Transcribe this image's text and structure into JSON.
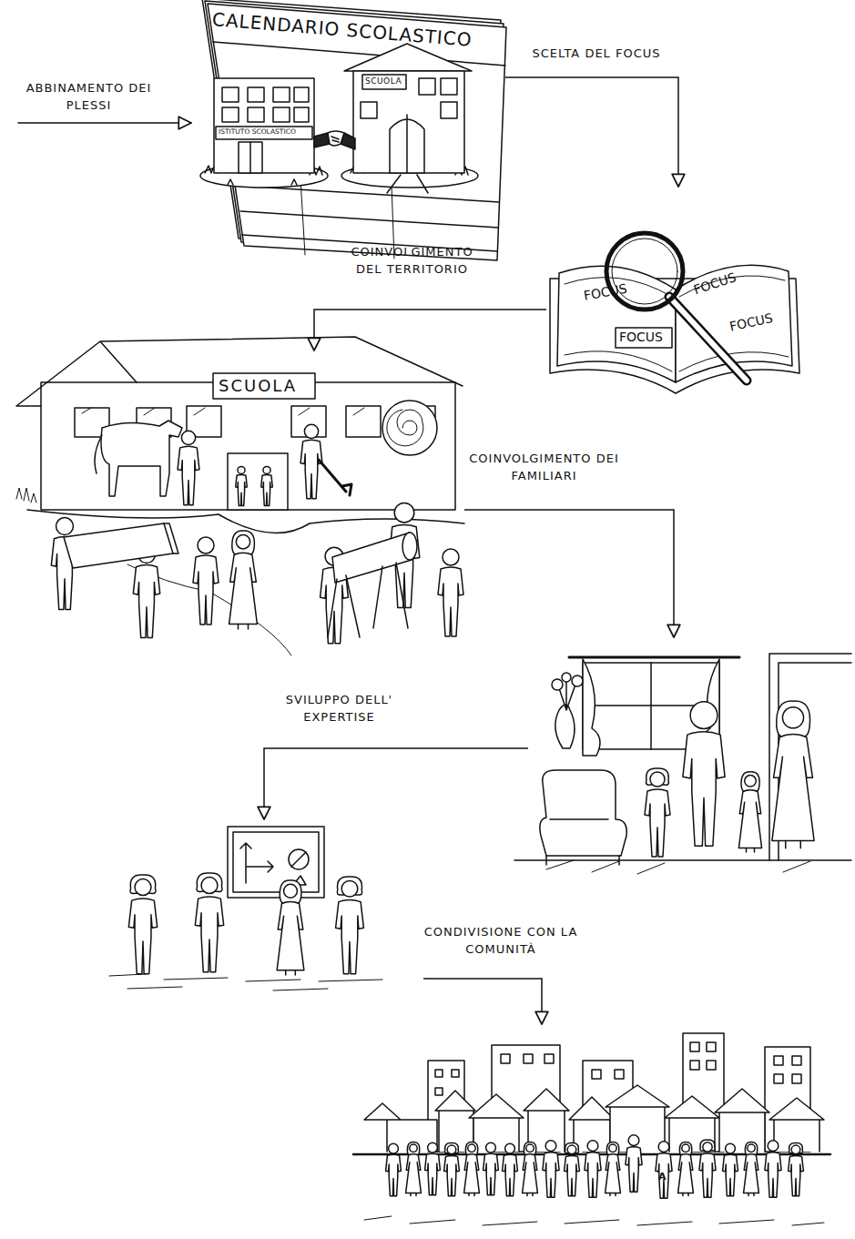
{
  "diagram": {
    "nodes": [
      {
        "text": [
          "CALENDARIO SCOLASTICO",
          "ISTITUTO SCOLASTICO",
          "SCUOLA"
        ]
      },
      {
        "text": [
          "FOCUS",
          "FOCUS",
          "FOCUS",
          "FOCUS"
        ]
      },
      {
        "text": [
          "SCUOLA"
        ]
      },
      {
        "text": []
      },
      {
        "text": []
      },
      {
        "text": [
          "A"
        ]
      }
    ],
    "edges": [
      {
        "from": 0,
        "to": 1,
        "label": "SCELTA DEL FOCUS",
        "arrow": "to"
      },
      {
        "from": 1,
        "to": 2,
        "label": "COINVOLGIMENTO DEL TERRITORIO",
        "arrow": "to"
      },
      {
        "from": 2,
        "to": 3,
        "label": "COINVOLGIMENTO DEI FAMILIARI",
        "arrow": "to"
      },
      {
        "from": 3,
        "to": 4,
        "label": "SVILUPPO DELL' EXPERTISE",
        "arrow": "to"
      },
      {
        "from": 4,
        "to": 5,
        "label": "CONDIVISIONE CON LA COMUNITÀ",
        "arrow": "to"
      }
    ],
    "labels": [
      "ABBINAMENTO DEI PLESSI"
    ]
  }
}
